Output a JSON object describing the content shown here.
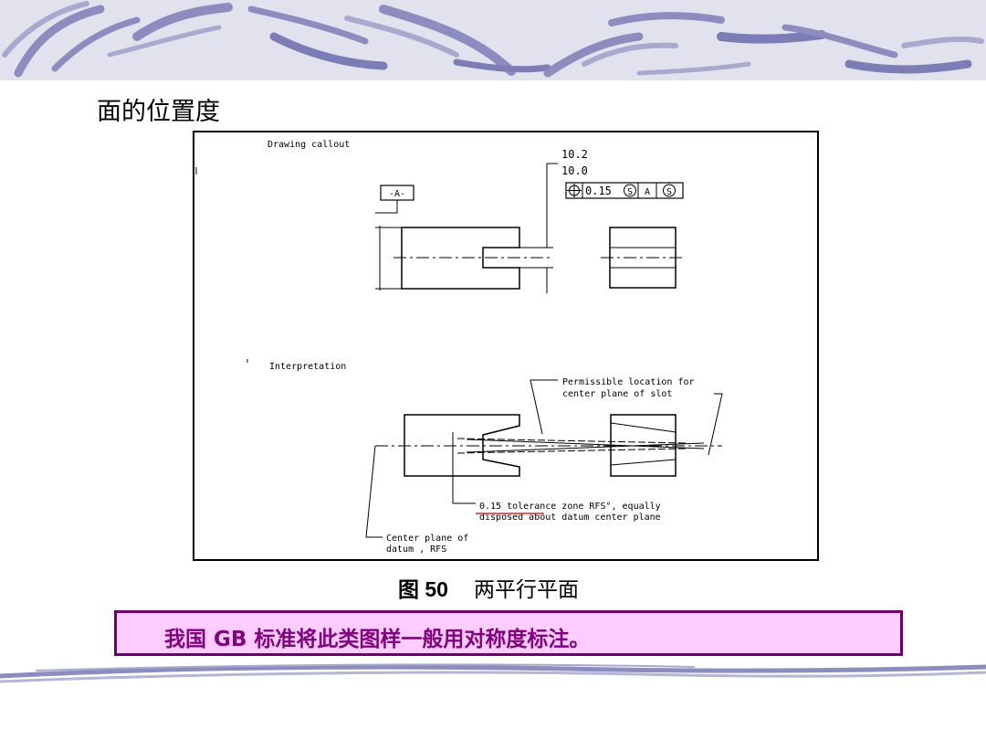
{
  "slide": {
    "title": "面的位置度",
    "caption_number": "图 50",
    "caption_text": "两平行平面",
    "note": "我国 GB 标准将此类图样一般用对称度标注。"
  },
  "figure": {
    "drawing_callout_label": "Drawing callout",
    "datum_label": "-A-",
    "dim_upper": "10.2",
    "dim_lower": "10.0",
    "fcf": {
      "symbol": "position-icon",
      "tolerance": "0.15",
      "modifier1": "S",
      "datum": "A",
      "modifier2": "S"
    },
    "interpretation_label": "Interpretation",
    "permissible_line1": "Permissible location for",
    "permissible_line2": "center plane of slot",
    "tolerance_line1": "0.15 tolerance zone RFS°, equally",
    "tolerance_line2": "disposed about datum center plane",
    "datum_plane_line1": "Center plane of",
    "datum_plane_line2": "datum , RFS"
  },
  "colors": {
    "band": "#e2e2ee",
    "swoosh": "#8c8cbf",
    "note_fill": "#ffccff",
    "note_border": "#6b006b",
    "note_text": "#800080",
    "underline_red": "#cc0000"
  }
}
